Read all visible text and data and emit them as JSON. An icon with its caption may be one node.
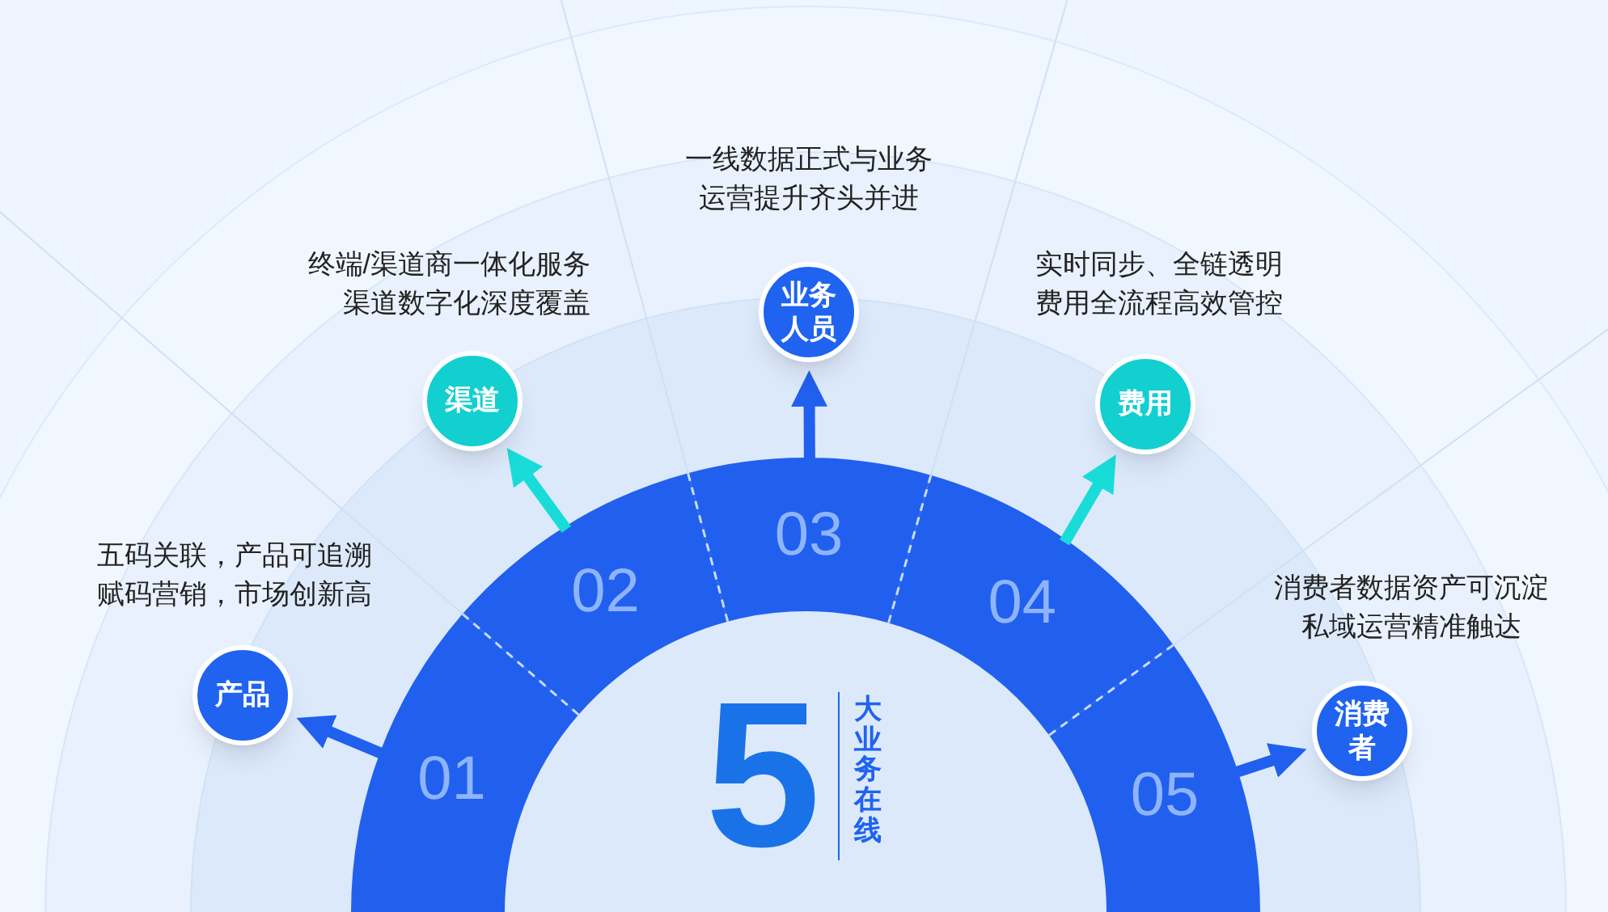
{
  "diagram": {
    "nodes": [
      {
        "text": [
          "01"
        ]
      },
      {
        "text": [
          "02"
        ]
      },
      {
        "text": [
          "03"
        ]
      },
      {
        "text": [
          "04"
        ]
      },
      {
        "text": [
          "05"
        ]
      },
      {
        "text": [
          "产品"
        ],
        "beside": [
          "五码关联，产品可追溯",
          "赋码营销，市场创新高"
        ]
      },
      {
        "text": [
          "渠道"
        ],
        "beside": [
          "终端/渠道商一体化服务",
          "渠道数字化深度覆盖"
        ]
      },
      {
        "text": [
          "业务人员"
        ],
        "beside": [
          "一线数据正式与业务",
          "运营提升齐头并进"
        ]
      },
      {
        "text": [
          "费用"
        ],
        "beside": [
          "实时同步、全链透明",
          "费用全流程高效管控"
        ]
      },
      {
        "text": [
          "消费者"
        ],
        "beside": [
          "消费者数据资产可沉淀",
          "私域运营精准触达"
        ]
      }
    ],
    "edges": [
      {
        "from": 0,
        "to": 5,
        "arrow": "to"
      },
      {
        "from": 1,
        "to": 6,
        "arrow": "to",
        "color": "#19dcd8"
      },
      {
        "from": 2,
        "to": 7,
        "arrow": "to"
      },
      {
        "from": 3,
        "to": 8,
        "arrow": "to",
        "color": "#19dcd8"
      },
      {
        "from": 4,
        "to": 9,
        "arrow": "to"
      }
    ],
    "labels": [
      "5",
      "大业务在线"
    ]
  }
}
